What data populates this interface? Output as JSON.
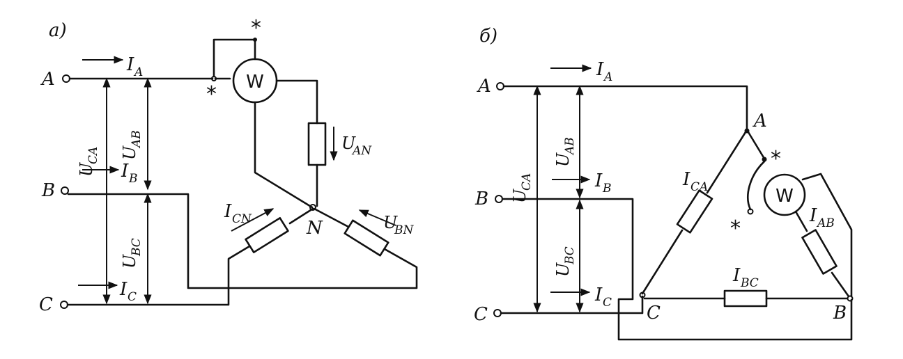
{
  "panel_a": {
    "caption": "а)",
    "term_a": "A",
    "term_b": "B",
    "term_c": "C",
    "neutral": "N",
    "wattmeter": "W",
    "star": "*",
    "ia": {
      "main": "I",
      "sub": "A"
    },
    "ib": {
      "main": "I",
      "sub": "B"
    },
    "ic": {
      "main": "I",
      "sub": "C"
    },
    "icn": {
      "main": "I",
      "sub": "CN"
    },
    "uca": {
      "main": "U",
      "sub": "CA"
    },
    "uab": {
      "main": "U",
      "sub": "AB"
    },
    "ubc": {
      "main": "U",
      "sub": "BC"
    },
    "uan": {
      "main": "U",
      "sub": "AN"
    },
    "ubn": {
      "main": "U",
      "sub": "BN"
    }
  },
  "panel_b": {
    "caption": "б)",
    "term_a": "A",
    "term_b": "B",
    "term_c": "C",
    "node_a": "A",
    "node_b": "B",
    "node_c": "C",
    "wattmeter": "W",
    "star": "*",
    "ia": {
      "main": "I",
      "sub": "A"
    },
    "ib": {
      "main": "I",
      "sub": "B"
    },
    "ic": {
      "main": "I",
      "sub": "C"
    },
    "ica": {
      "main": "I",
      "sub": "CA"
    },
    "iab": {
      "main": "I",
      "sub": "AB"
    },
    "ibc": {
      "main": "I",
      "sub": "BC"
    },
    "uca": {
      "main": "U",
      "sub": "CA"
    },
    "uab": {
      "main": "U",
      "sub": "AB"
    },
    "ubc": {
      "main": "U",
      "sub": "BC"
    }
  }
}
